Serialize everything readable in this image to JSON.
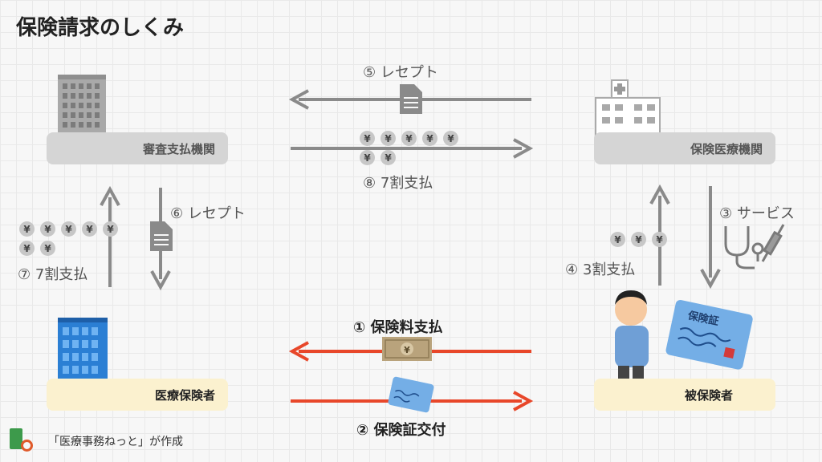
{
  "title": "保険請求のしくみ",
  "nodes": {
    "review_org": "審査支払機関",
    "hospital": "保険医療機関",
    "insurer": "医療保険者",
    "insured": "被保険者"
  },
  "flows": {
    "step1": "① 保険料支払",
    "step2": "② 保険証交付",
    "step3": "③ サービス",
    "step4": "④ 3割支払",
    "step5": "⑤ レセプト",
    "step6": "⑥ レセプト",
    "step7": "⑦ 7割支払",
    "step8": "⑧ 7割支払"
  },
  "coin_symbol": "¥",
  "card_text": "保険証",
  "footer": "「医療事務ねっと」が作成",
  "colors": {
    "grey_arrow": "#8a8a8a",
    "red_arrow": "#e8472a",
    "grey_box": "#d5d5d5",
    "yellow_box": "#fbf1cf"
  }
}
